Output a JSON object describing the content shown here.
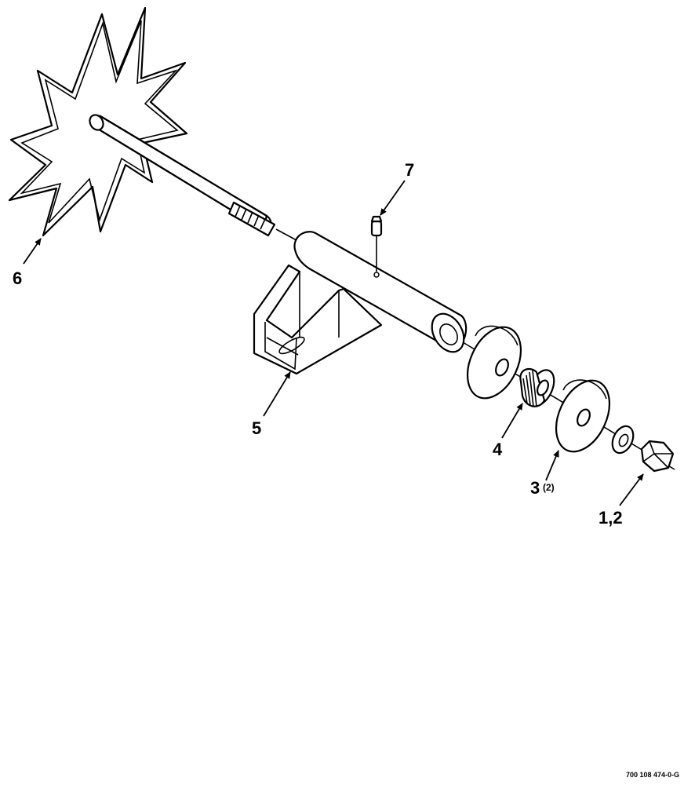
{
  "figure": {
    "callouts": {
      "c6": "6",
      "c7": "7",
      "c5": "5",
      "c4": "4",
      "c3": "3",
      "c3_qty": "(2)",
      "c12": "1,2"
    },
    "figure_number": "700 108 474-0-G"
  },
  "parts": [
    {
      "callout": "1,2",
      "icon": "hex-nut-and-lock-washer-icon"
    },
    {
      "callout": "3",
      "icon": "flat-washer-icon"
    },
    {
      "callout": "4",
      "icon": "knurled-bushing-icon"
    },
    {
      "callout": "5",
      "icon": "bracket-with-tube-icon"
    },
    {
      "callout": "6",
      "icon": "star-wheel-shaft-icon"
    },
    {
      "callout": "7",
      "icon": "grease-fitting-icon"
    }
  ]
}
